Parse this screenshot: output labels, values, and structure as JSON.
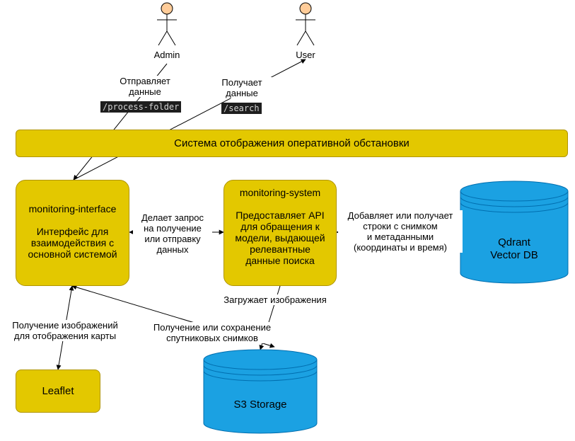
{
  "actors": {
    "admin": {
      "name": "Admin"
    },
    "user": {
      "name": "User"
    }
  },
  "banner": {
    "title": "Система отображения оперативной обстановки"
  },
  "nodes": {
    "monitoring_interface": {
      "title": "monitoring-interface",
      "description": "Интерфейс для\nвзаимодействия с\nосновной системой"
    },
    "monitoring_system": {
      "title": "monitoring-system",
      "description": "Предоставляет API\nдля обращения к\nмодели, выдающей\nрелевантные\nданные поиска"
    },
    "qdrant": {
      "title": "Qdrant\nVector DB"
    },
    "s3": {
      "title": "S3 Storage"
    },
    "leaflet": {
      "title": "Leaflet"
    }
  },
  "edges": {
    "admin_sends": {
      "text": "Отправляет\nданные",
      "code": "/process-folder"
    },
    "user_receives": {
      "text": "Получает\nданные",
      "code": "/search"
    },
    "interface_to_system": {
      "text": "Делает запрос\nна получение\nили отправку\nданных"
    },
    "system_to_qdrant": {
      "text": "Добавляет или получает\nстроки с снимком\nи метаданными\n(координаты и время)"
    },
    "system_to_s3": {
      "text": "Загружает изображения"
    },
    "interface_to_s3": {
      "text": "Получение или сохранение\nспутниковых снимков"
    },
    "interface_to_leaflet": {
      "text": "Получение изображений\nдля отображения карты"
    }
  },
  "colors": {
    "box_fill": "#e3c800",
    "box_stroke": "#b09500",
    "db_fill": "#1ba1e2",
    "db_stroke": "#006eaf",
    "actor_fill": "#ffcc99"
  }
}
